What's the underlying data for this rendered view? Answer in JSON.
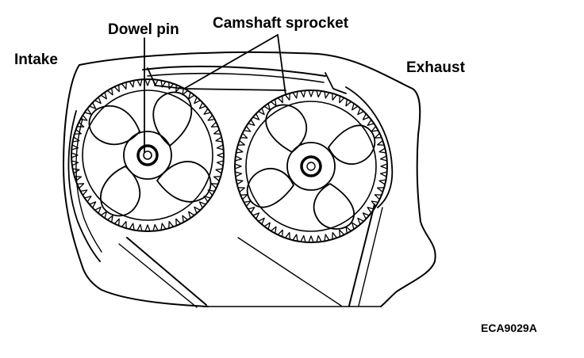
{
  "labels": {
    "dowel_pin": "Dowel pin",
    "camshaft_sprocket": "Camshaft sprocket",
    "intake": "Intake",
    "exhaust": "Exhaust",
    "figure_code": "ECA9029A"
  },
  "sprockets": {
    "intake_teeth": 60,
    "exhaust_teeth": 60
  },
  "colors": {
    "line": "#000000",
    "background": "#ffffff"
  }
}
